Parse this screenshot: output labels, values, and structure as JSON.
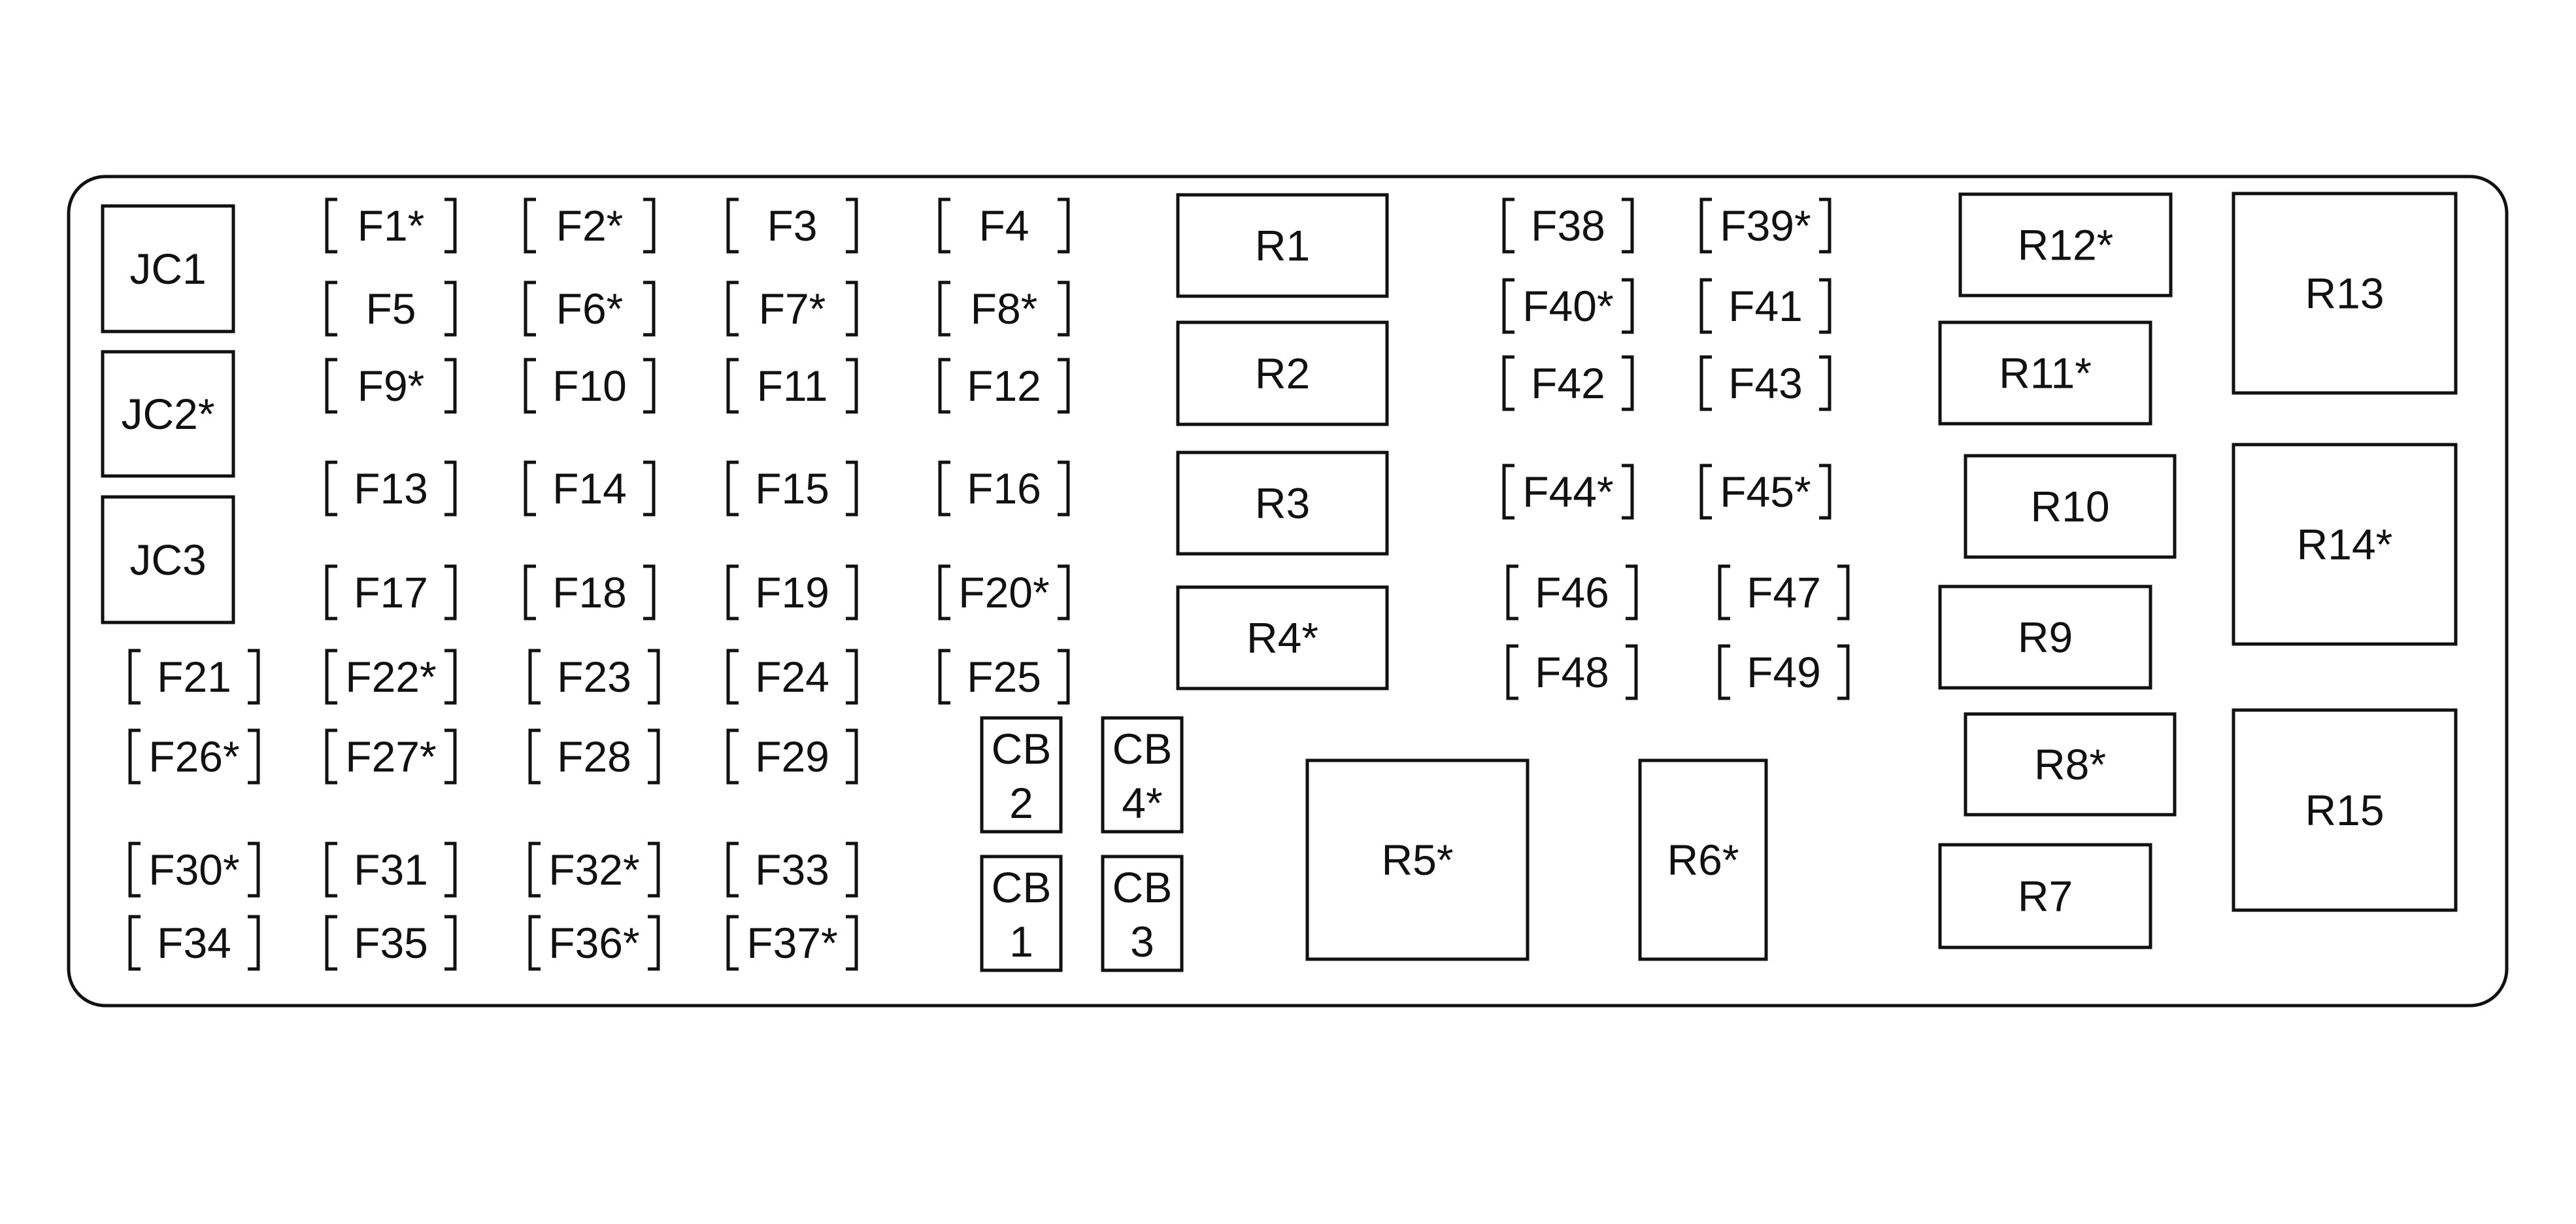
{
  "diagram": {
    "junction_connectors": [
      {
        "id": "jc1",
        "label": "JC1"
      },
      {
        "id": "jc2",
        "label": "JC2*"
      },
      {
        "id": "jc3",
        "label": "JC3"
      }
    ],
    "fuses": [
      {
        "id": "f1",
        "label": "F1*"
      },
      {
        "id": "f2",
        "label": "F2*"
      },
      {
        "id": "f3",
        "label": "F3"
      },
      {
        "id": "f4",
        "label": "F4"
      },
      {
        "id": "f5",
        "label": "F5"
      },
      {
        "id": "f6",
        "label": "F6*"
      },
      {
        "id": "f7",
        "label": "F7*"
      },
      {
        "id": "f8",
        "label": "F8*"
      },
      {
        "id": "f9",
        "label": "F9*"
      },
      {
        "id": "f10",
        "label": "F10"
      },
      {
        "id": "f11",
        "label": "F11"
      },
      {
        "id": "f12",
        "label": "F12"
      },
      {
        "id": "f13",
        "label": "F13"
      },
      {
        "id": "f14",
        "label": "F14"
      },
      {
        "id": "f15",
        "label": "F15"
      },
      {
        "id": "f16",
        "label": "F16"
      },
      {
        "id": "f17",
        "label": "F17"
      },
      {
        "id": "f18",
        "label": "F18"
      },
      {
        "id": "f19",
        "label": "F19"
      },
      {
        "id": "f20",
        "label": "F20*"
      },
      {
        "id": "f21",
        "label": "F21"
      },
      {
        "id": "f22",
        "label": "F22*"
      },
      {
        "id": "f23",
        "label": "F23"
      },
      {
        "id": "f24",
        "label": "F24"
      },
      {
        "id": "f25",
        "label": "F25"
      },
      {
        "id": "f26",
        "label": "F26*"
      },
      {
        "id": "f27",
        "label": "F27*"
      },
      {
        "id": "f28",
        "label": "F28"
      },
      {
        "id": "f29",
        "label": "F29"
      },
      {
        "id": "f30",
        "label": "F30*"
      },
      {
        "id": "f31",
        "label": "F31"
      },
      {
        "id": "f32",
        "label": "F32*"
      },
      {
        "id": "f33",
        "label": "F33"
      },
      {
        "id": "f34",
        "label": "F34"
      },
      {
        "id": "f35",
        "label": "F35"
      },
      {
        "id": "f36",
        "label": "F36*"
      },
      {
        "id": "f37",
        "label": "F37*"
      },
      {
        "id": "f38",
        "label": "F38"
      },
      {
        "id": "f39",
        "label": "F39*"
      },
      {
        "id": "f40",
        "label": "F40*"
      },
      {
        "id": "f41",
        "label": "F41"
      },
      {
        "id": "f42",
        "label": "F42"
      },
      {
        "id": "f43",
        "label": "F43"
      },
      {
        "id": "f44",
        "label": "F44*"
      },
      {
        "id": "f45",
        "label": "F45*"
      },
      {
        "id": "f46",
        "label": "F46"
      },
      {
        "id": "f47",
        "label": "F47"
      },
      {
        "id": "f48",
        "label": "F48"
      },
      {
        "id": "f49",
        "label": "F49"
      }
    ],
    "circuit_breakers": [
      {
        "id": "cb2",
        "line1": "CB",
        "line2": "2"
      },
      {
        "id": "cb4",
        "line1": "CB",
        "line2": "4*"
      },
      {
        "id": "cb1",
        "line1": "CB",
        "line2": "1"
      },
      {
        "id": "cb3",
        "line1": "CB",
        "line2": "3"
      }
    ],
    "relays": [
      {
        "id": "r1",
        "label": "R1"
      },
      {
        "id": "r2",
        "label": "R2"
      },
      {
        "id": "r3",
        "label": "R3"
      },
      {
        "id": "r4",
        "label": "R4*"
      },
      {
        "id": "r5",
        "label": "R5*"
      },
      {
        "id": "r6",
        "label": "R6*"
      },
      {
        "id": "r7",
        "label": "R7"
      },
      {
        "id": "r8",
        "label": "R8*"
      },
      {
        "id": "r9",
        "label": "R9"
      },
      {
        "id": "r10",
        "label": "R10"
      },
      {
        "id": "r11",
        "label": "R11*"
      },
      {
        "id": "r12",
        "label": "R12*"
      },
      {
        "id": "r13",
        "label": "R13"
      },
      {
        "id": "r14",
        "label": "R14*"
      },
      {
        "id": "r15",
        "label": "R15"
      }
    ]
  }
}
